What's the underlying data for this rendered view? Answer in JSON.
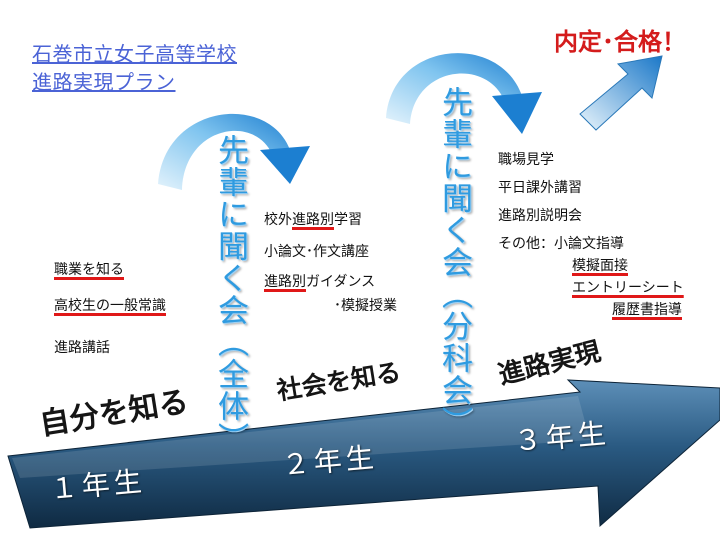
{
  "title": {
    "line1": "石巻市立女子高等学校",
    "line2": "進路実現プラン"
  },
  "result_label": "内定･合格！",
  "stages": {
    "year1": {
      "label": "１年生",
      "phrase": "自分を知る",
      "items": [
        "職業を知る",
        "高校生の一般常識",
        "進路講話"
      ]
    },
    "year2": {
      "label": "２年生",
      "phrase": "社会を知る",
      "items_a": [
        "校外",
        "進路別",
        "学習"
      ],
      "item2": "小論文･作文講座",
      "items_c": [
        "進路別",
        "ガイダンス"
      ],
      "item4": "･模擬授業"
    },
    "year3": {
      "label": "３年生",
      "phrase": "進路実現",
      "items": [
        "職場見学",
        "平日課外講習",
        "進路別説明会",
        "その他：小論文指導",
        "模擬面接",
        "エントリーシート",
        "履歴書指導"
      ]
    }
  },
  "meetings": {
    "all": "先輩に聞く会（全体）",
    "division": "先輩に聞く会（分科会）"
  },
  "colors": {
    "title": "#4b63d6",
    "accent_red": "#d41c1c",
    "underline_red": "#e01818",
    "arrow_blue": "#2f9be0",
    "band_dark": "#1c3f5e"
  }
}
